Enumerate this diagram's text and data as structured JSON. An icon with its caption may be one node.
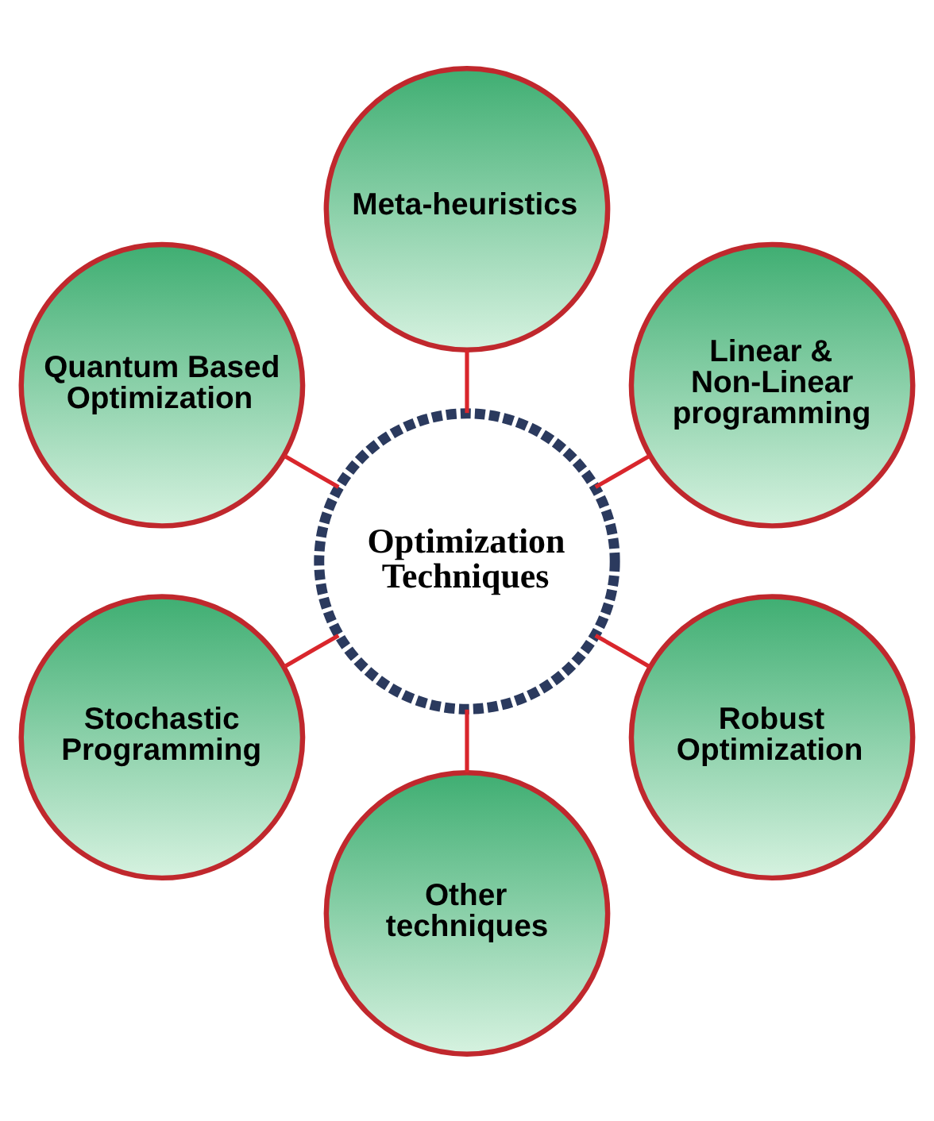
{
  "diagram": {
    "nodes": [
      {
        "text": [
          "Linear & Non-Linear programming"
        ]
      },
      {
        "text": [
          "Meta-heuristics"
        ]
      },
      {
        "text": [
          "Quantum Based Optimization"
        ]
      },
      {
        "text": [
          "Optimization Techniques"
        ]
      },
      {
        "text": [
          "Stochastic Programming"
        ]
      },
      {
        "text": [
          "Other techniques"
        ]
      },
      {
        "text": [
          "Robust Optimization"
        ]
      }
    ],
    "edges": [
      {
        "from": 3,
        "to": 0,
        "arrow": "none"
      },
      {
        "from": 3,
        "to": 2,
        "arrow": "none"
      },
      {
        "from": 3,
        "to": 5,
        "arrow": "none"
      },
      {
        "from": 3,
        "to": 6,
        "arrow": "none"
      },
      {
        "from": 3,
        "to": 4,
        "arrow": "none"
      },
      {
        "from": 3,
        "to": 1,
        "arrow": "none"
      }
    ]
  }
}
